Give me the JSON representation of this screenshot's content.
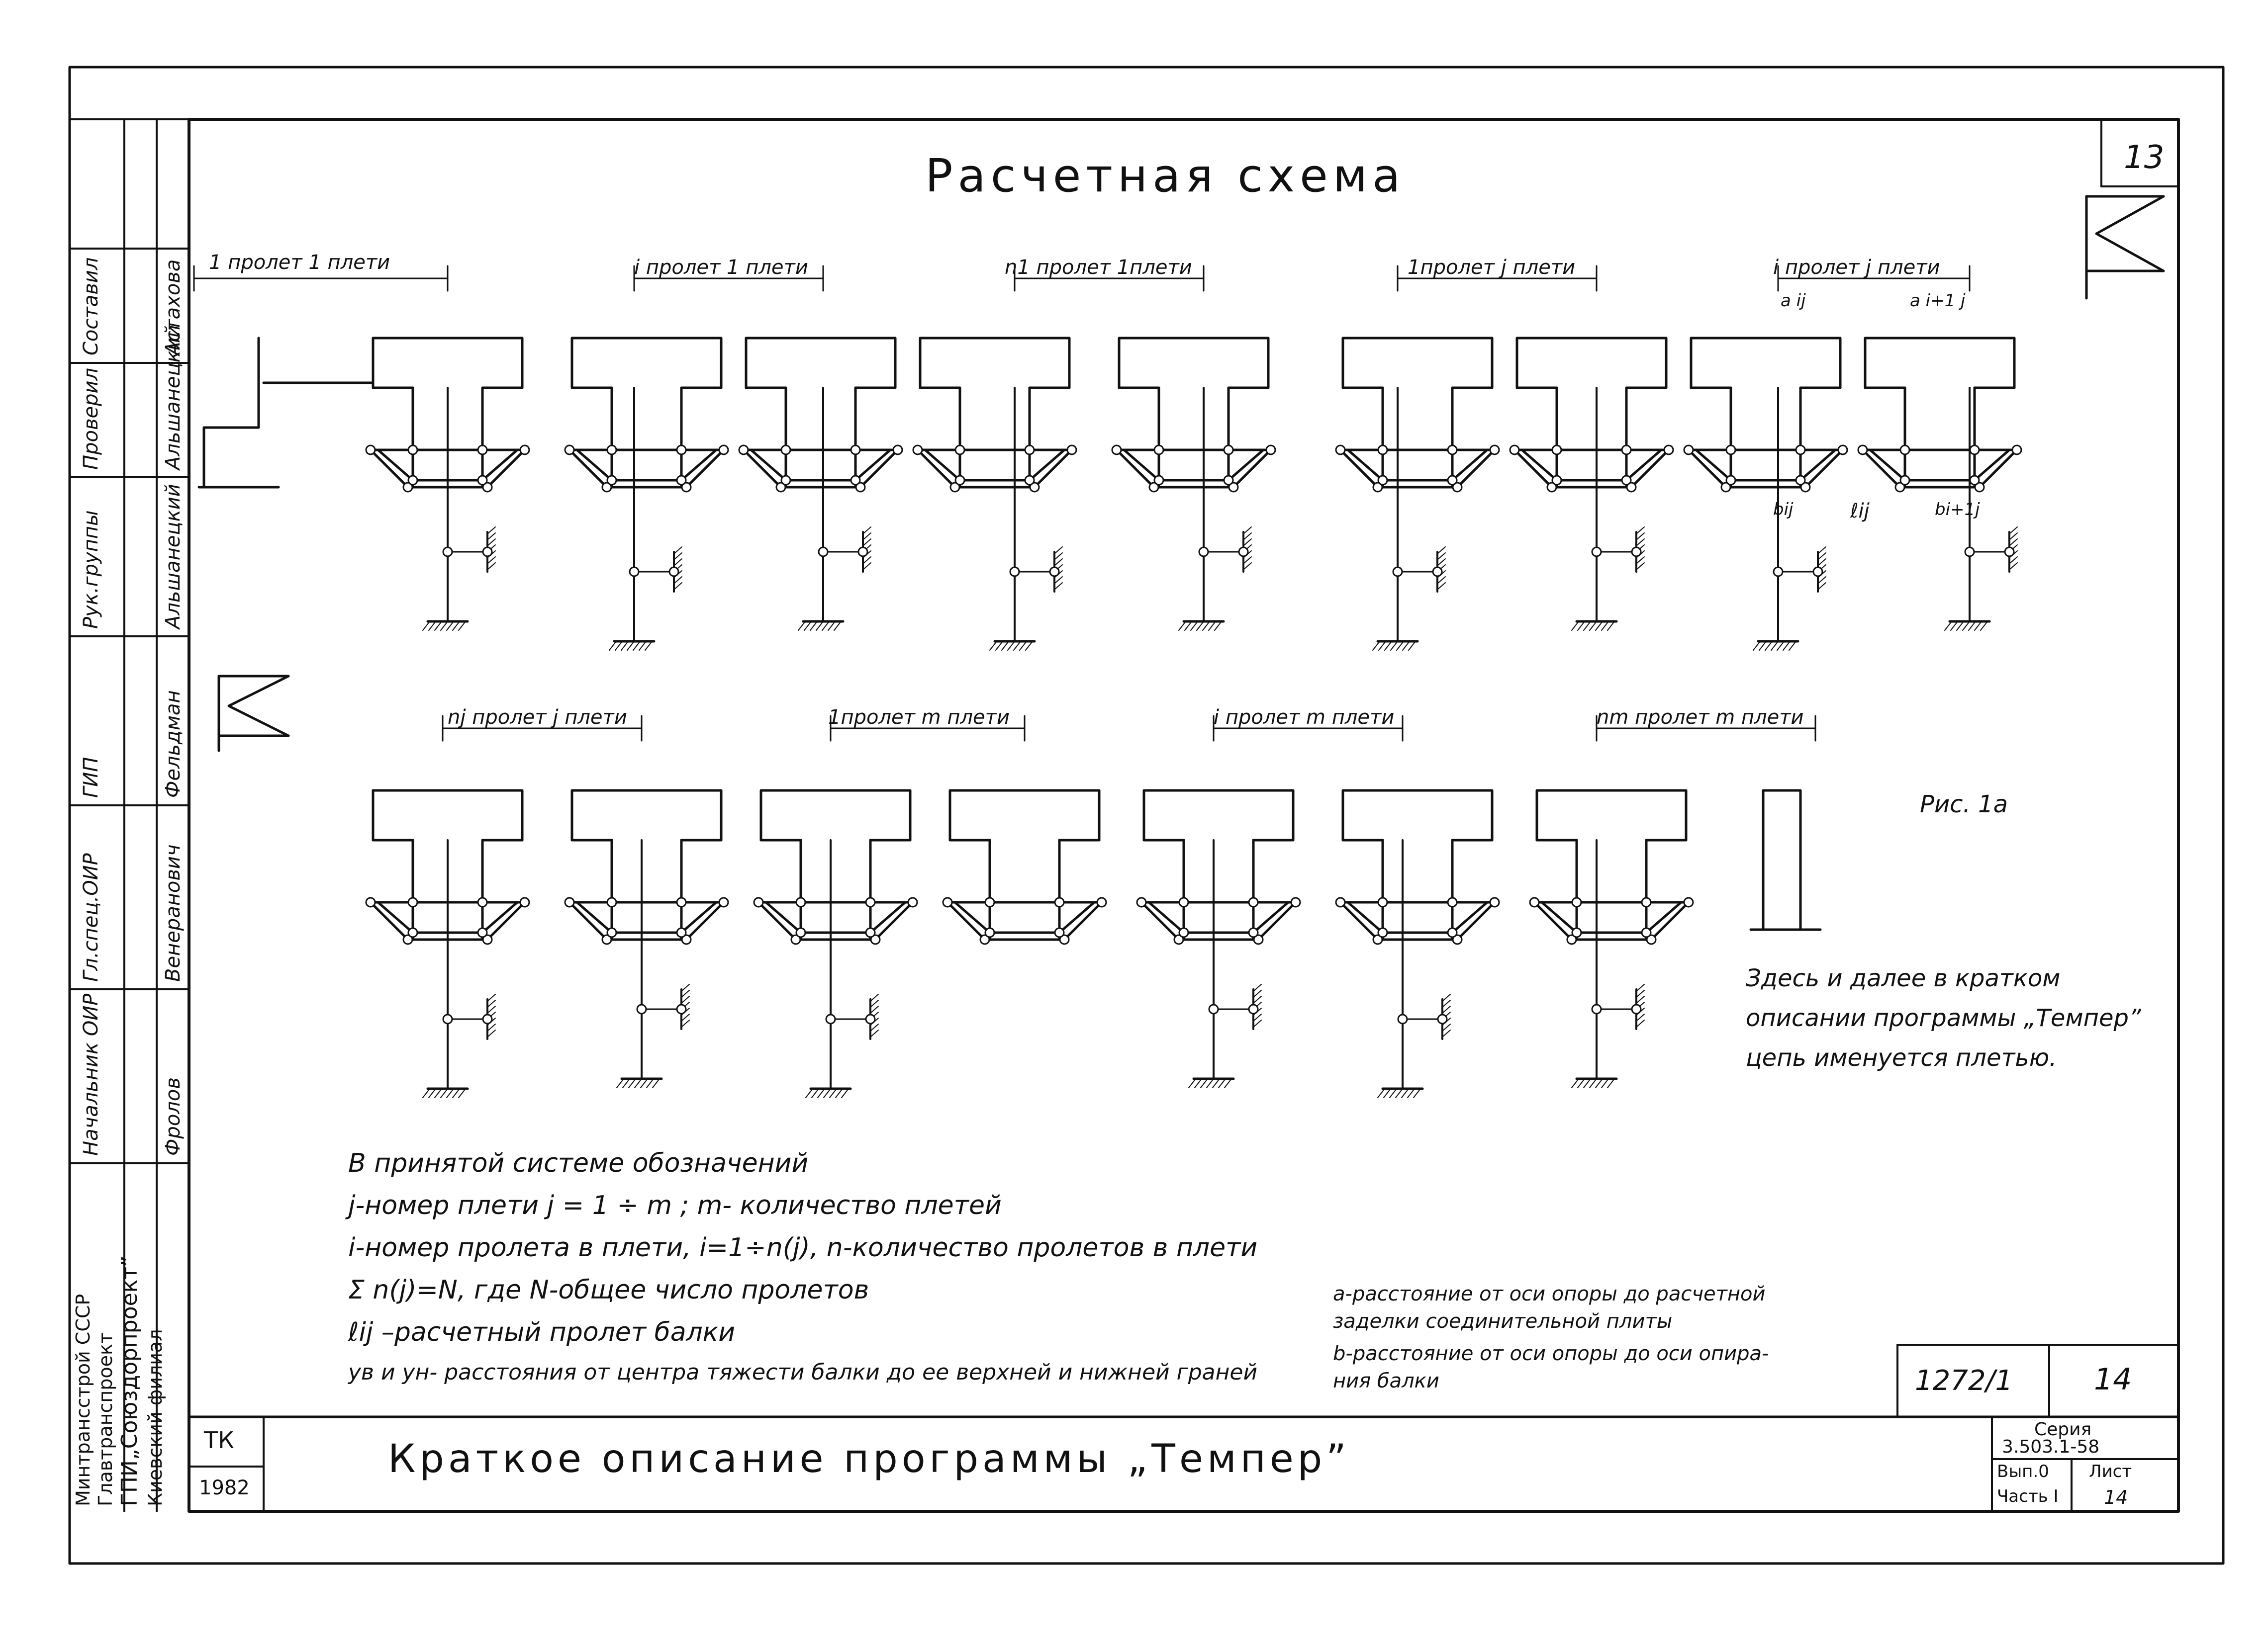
{
  "title": "Расчетная схема",
  "page_number": "13",
  "span_labels_row1": [
    "1 пролет 1 плети",
    "i пролет 1 плети",
    "n1 пролет 1плети",
    "1пролет j плети",
    "i пролет j плети"
  ],
  "span_labels_row2": [
    "nj пролет j плети",
    "1пролет m плети",
    "i пролет m плети",
    "nm пролет m плети"
  ],
  "detail_labels": {
    "a_ij_prime": "a ij",
    "a_ij1": "a i+1 j",
    "b_ij": "bij",
    "l_ij": "ℓij",
    "b_ij1": "bi+1j"
  },
  "figure_label": "Рис. 1а",
  "note": [
    "Здесь и далее в кратком",
    "описании программы „Темпер”",
    "цепь именуется плетью."
  ],
  "legend": [
    "В принятой системе обозначений",
    "j-номер плети    j = 1 ÷ m ; m- количество плетей",
    "i-номер пролета в плети,   i=1÷n(j),  n-количество пролетов в плети",
    "Σ n(j)=N,  где N-общее число пролетов",
    "ℓij  –расчетный пролет балки",
    "yв и yн- расстояния от центра тяжести балки до ее верхней и нижней граней"
  ],
  "legend_right": [
    "a-расстояние от оси опоры до расчетной",
    "заделки соединительной плиты",
    "b-расстояние от оси опоры до оси опира-",
    "ния балки"
  ],
  "stamp": {
    "org_lines": [
      "Минтрансстрой СССР",
      "Главтранспроект",
      "ГПИ„Союздорпроект”",
      "Киевский филиал"
    ],
    "roles": [
      "Начальник ОИР",
      "Гл.спец.ОИР",
      "ГИП",
      "Рук.группы",
      "Проверил",
      "Составил"
    ],
    "names": [
      "Фролов",
      "Венеранович",
      "Фельдман",
      "Альшанецкий",
      "Альшанецкий",
      "Астахова"
    ],
    "code": "ТК",
    "year": "1982",
    "doc_title": "Краткое описание программы „Темпер”",
    "doc_number": "1272/1",
    "sheet": "14",
    "series_label": "Серия",
    "series": "3.503.1-58",
    "vyp_label": "Вып.0",
    "part_label": "Часть I",
    "list_label": "Лист",
    "list_no": "14"
  }
}
